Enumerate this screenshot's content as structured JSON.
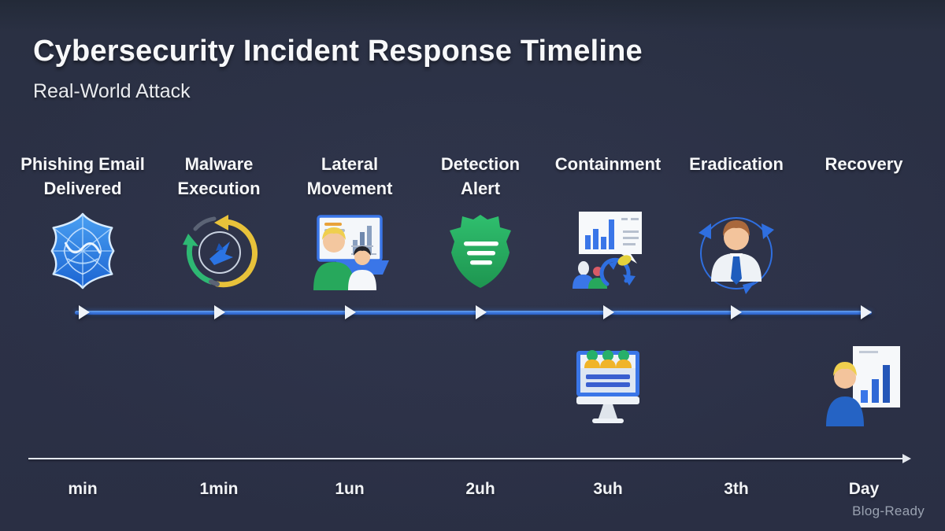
{
  "header": {
    "title": "Cybersecurity Incident Response Timeline",
    "subtitle": "Real-World Attack"
  },
  "stages": [
    {
      "label": "Phishing Email Delivered",
      "time": "min",
      "icon": "web-envelope-icon"
    },
    {
      "label": "Malware Execution",
      "time": "1min",
      "icon": "malware-cycle-icon"
    },
    {
      "label": "Lateral Movement",
      "time": "1un",
      "icon": "team-presentation-icon"
    },
    {
      "label": "Detection Alert",
      "time": "2uh",
      "icon": "shield-icon"
    },
    {
      "label": "Containment",
      "time": "3uh",
      "icon": "chart-bubble-team-icon",
      "bottom_icon": "monitor-users-icon"
    },
    {
      "label": "Eradication",
      "time": "3th",
      "icon": "analyst-rotation-icon"
    },
    {
      "label": "Recovery",
      "time": "Day",
      "bottom_icon": "person-growth-chart-icon"
    }
  ],
  "footer": {
    "watermark": "Blog-Ready"
  },
  "colors": {
    "background": "#2b3045",
    "timeline_blue": "#3f7be0",
    "arrowhead_white": "#eef2f7",
    "shield_green": "#27a85c",
    "cycle_yellow": "#e8c23a",
    "cycle_green": "#2eb873",
    "phishing_blue": "#2f7fe0",
    "text_white": "#f6f7f9",
    "watermark_gray": "#9aa2b1"
  }
}
